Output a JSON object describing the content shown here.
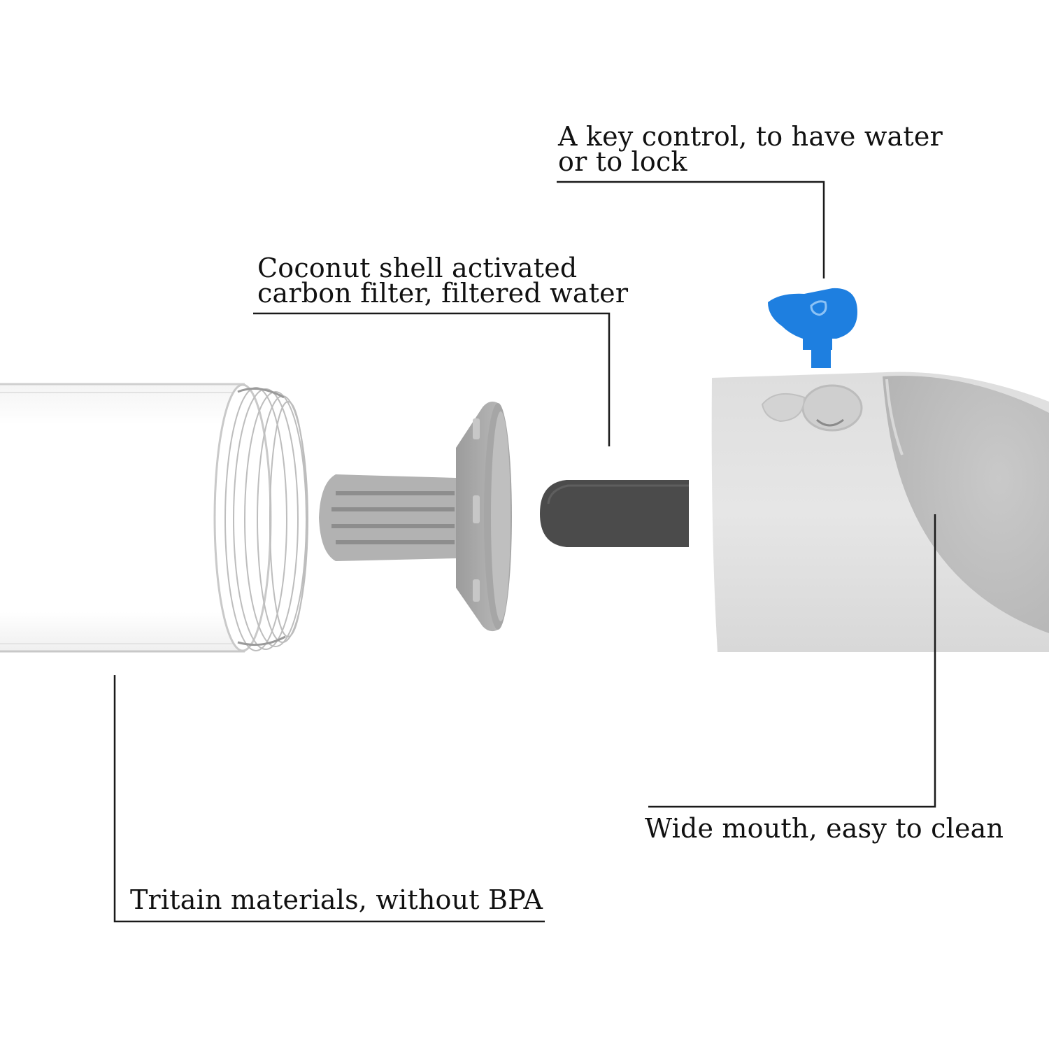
{
  "callouts": {
    "key_control": "A key control, to have water\nor to lock",
    "carbon_filter": "Coconut shell activated\ncarbon filter, filtered water",
    "wide_mouth": "Wide mouth, easy to clean",
    "tritain": "Tritain materials, without BPA"
  },
  "components": [
    {
      "name": "clear tube",
      "icon": "tube-icon"
    },
    {
      "name": "grey filter cap",
      "icon": "filter-cap-icon"
    },
    {
      "name": "carbon filter",
      "icon": "carbon-core-icon"
    },
    {
      "name": "mouthpiece body",
      "icon": "mouthpiece-icon"
    },
    {
      "name": "blue key",
      "icon": "key-icon"
    }
  ],
  "colors": {
    "background": "#ffffff",
    "text": "#111111",
    "leader_line": "#1a1a1a",
    "body_grey": "#dcdcdc",
    "cap_grey": "#a9a9a9",
    "carbon": "#4a4a4a",
    "key_blue": "#1e7fe0"
  }
}
